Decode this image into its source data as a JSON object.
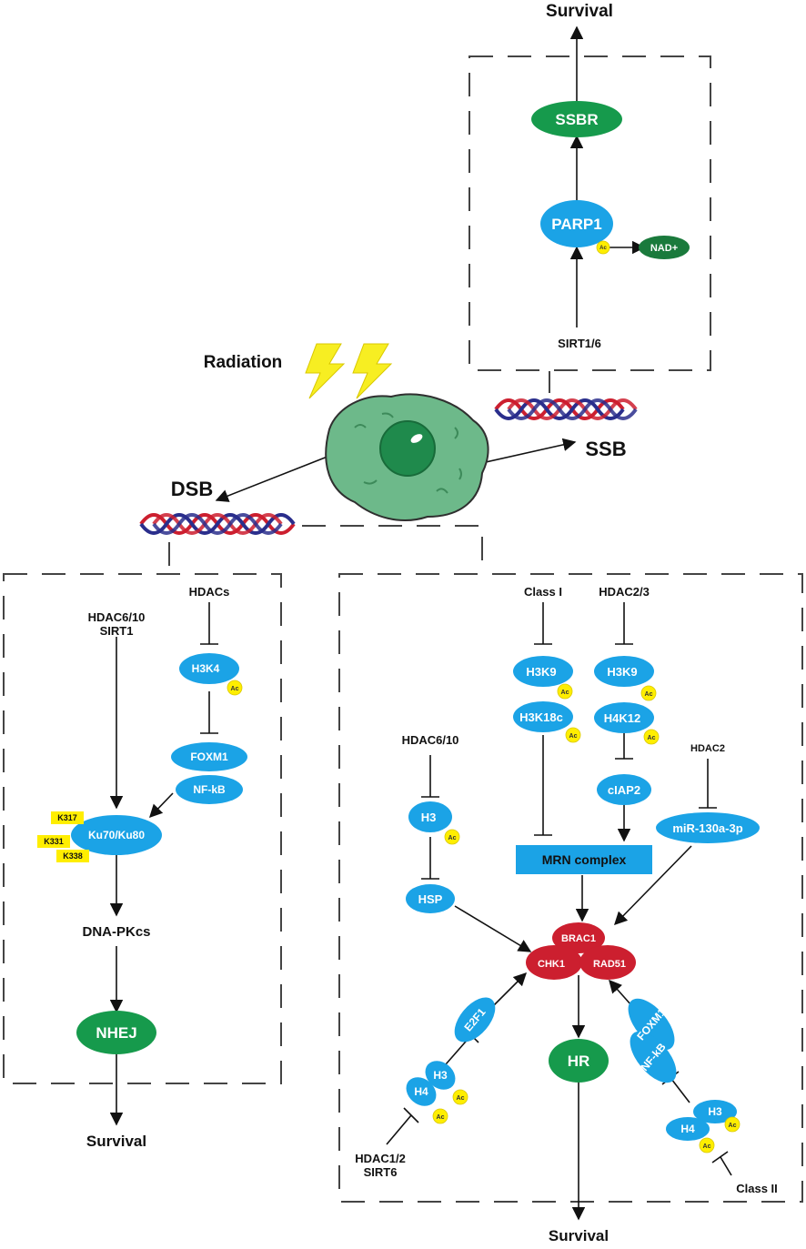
{
  "labels": {
    "survival_top": "Survival",
    "ssbr": "SSBR",
    "parp1": "PARP1",
    "nad": "NAD+",
    "sirt16": "SIRT1/6",
    "radiation": "Radiation",
    "ssb": "SSB",
    "dsb": "DSB",
    "hdacs": "HDACs",
    "hdac610_a": "HDAC6/10",
    "sirt1": "SIRT1",
    "h3k4": "H3K4",
    "foxm1_left": "FOXM1",
    "nfkb_left": "NF-kB",
    "ku": "Ku70/Ku80",
    "k317": "K317",
    "k331": "K331",
    "k338": "K338",
    "dnapkcs": "DNA-PKcs",
    "nhej": "NHEJ",
    "survival_left": "Survival",
    "class1": "Class I",
    "hdac23": "HDAC2/3",
    "h3k9_a": "H3K9",
    "h3k18c": "H3K18c",
    "h3k9_b": "H3K9",
    "h4k12": "H4K12",
    "ciap2": "cIAP2",
    "hdac610_b": "HDAC6/10",
    "h3_mid": "H3",
    "hsp": "HSP",
    "mrn": "MRN complex",
    "hdac2": "HDAC2",
    "mir": "miR-130a-3p",
    "brac1": "BRAC1",
    "chk1": "CHK1",
    "rad51": "RAD51",
    "hr": "HR",
    "e2f1": "E2F1",
    "h3_bl": "H3",
    "h4_bl": "H4",
    "hdac12": "HDAC1/2",
    "sirt6": "SIRT6",
    "foxm1_right": "FOXM1",
    "nfkb_right": "NF-kB",
    "h3_br": "H3",
    "h4_br": "H4",
    "class2": "Class II",
    "survival_bottom": "Survival",
    "ac": "Ac"
  },
  "colors": {
    "blue": "#1ba3e6",
    "green": "#169a4c",
    "darkgreen": "#1a7a3c",
    "red": "#cc1f2f",
    "yellow": "#ffee00",
    "cell": "#6db98a"
  }
}
